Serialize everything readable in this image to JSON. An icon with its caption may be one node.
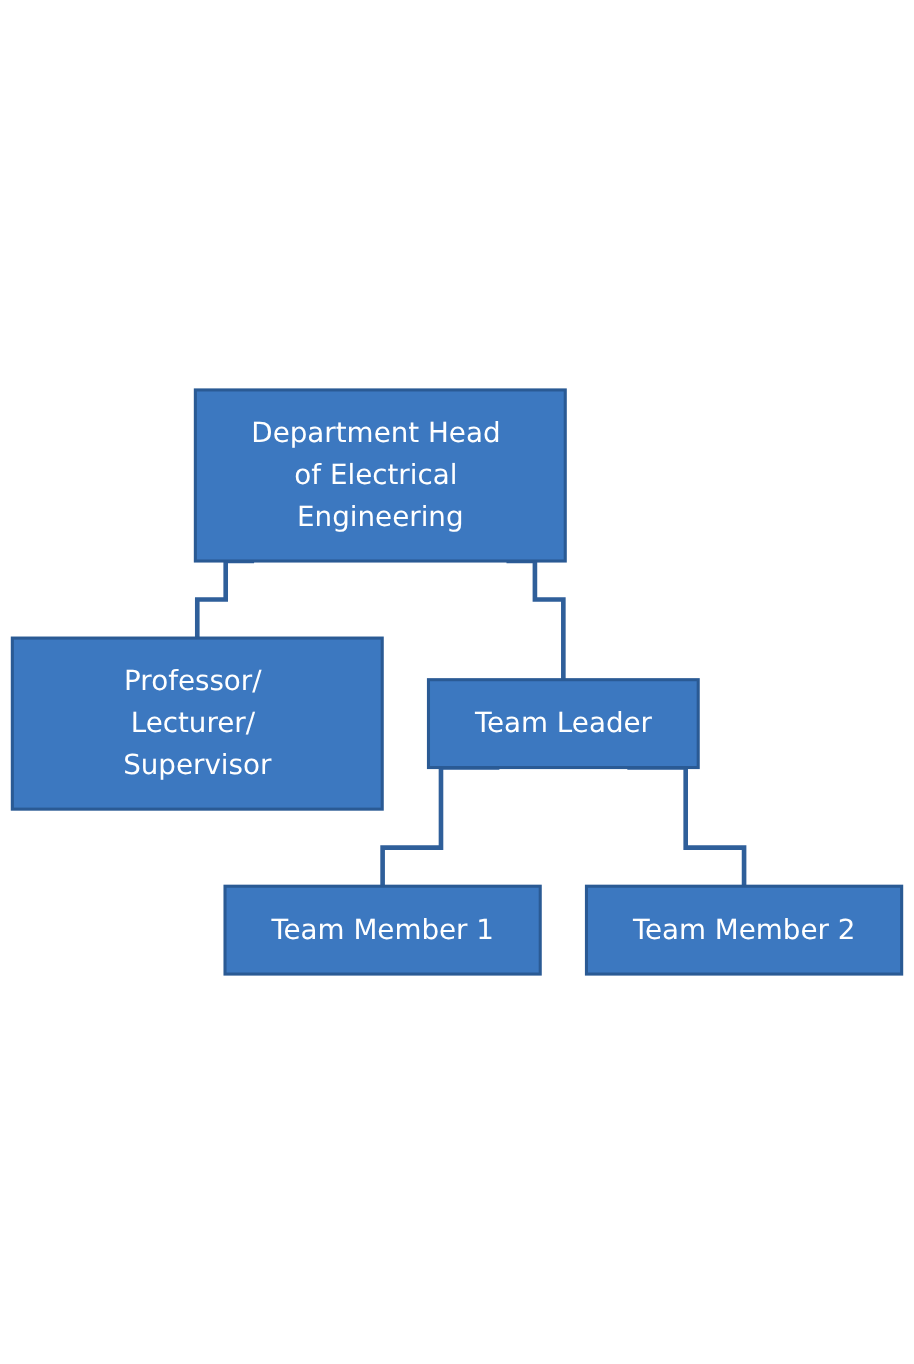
{
  "diagram": {
    "nodes": [
      {
        "text": [
          "Department Head of Electrical Engineering"
        ]
      },
      {
        "text": [
          "Professor/ Lecturer/ Supervisor"
        ]
      },
      {
        "text": [
          "Team Leader"
        ]
      },
      {
        "text": [
          "Team Member 1"
        ]
      },
      {
        "text": [
          "Team Member 2"
        ]
      }
    ],
    "edges": [
      {
        "from": 0,
        "to": 1,
        "arrow": "none"
      },
      {
        "from": 0,
        "to": 2,
        "arrow": "none"
      },
      {
        "from": 2,
        "to": 3,
        "arrow": "none"
      },
      {
        "from": 2,
        "to": 4,
        "arrow": "none"
      }
    ]
  }
}
